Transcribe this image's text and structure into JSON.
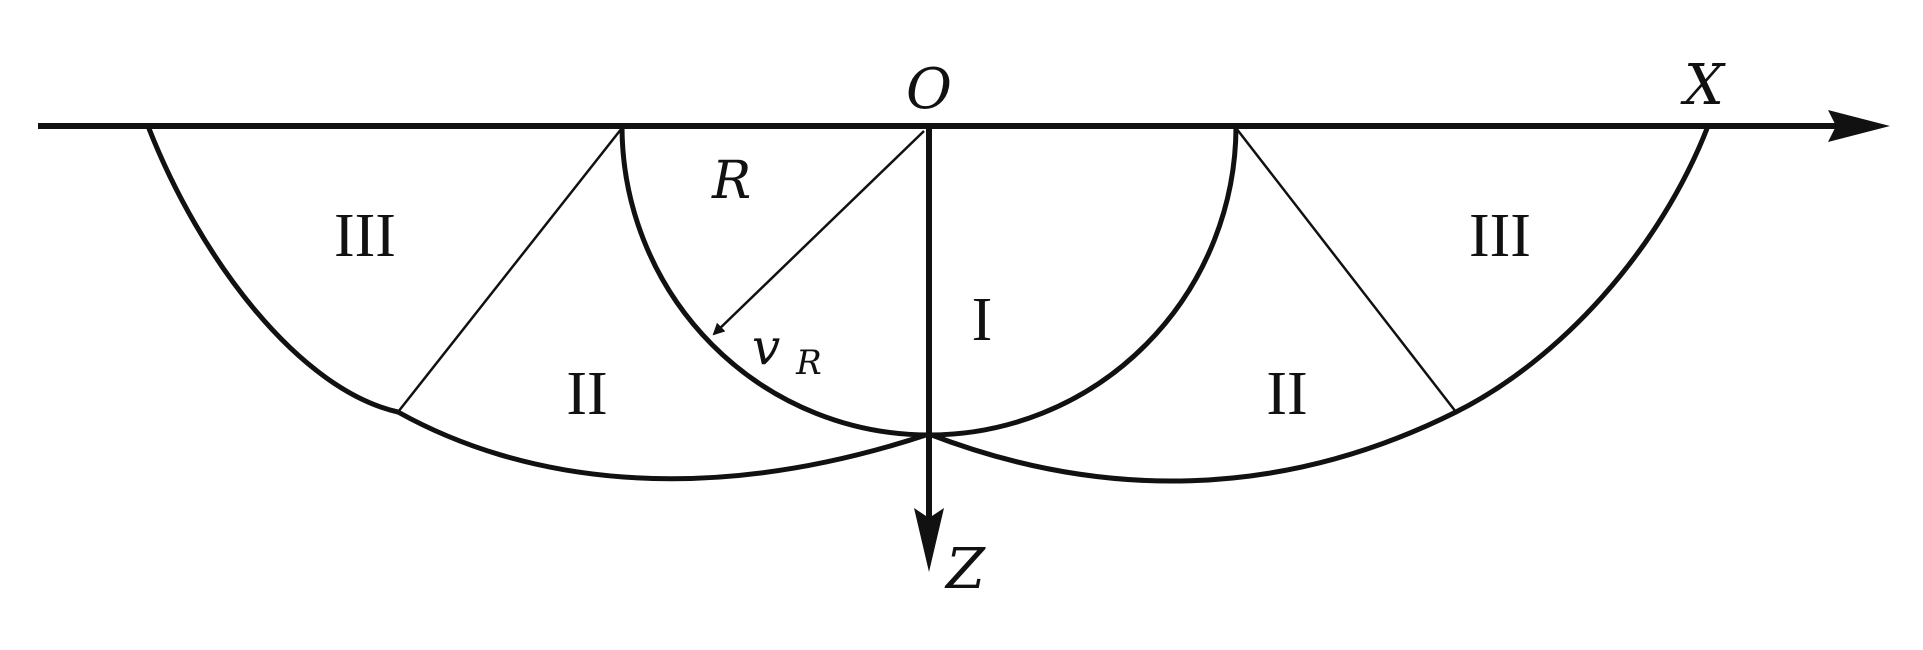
{
  "labels": {
    "origin": "O",
    "x_axis": "X",
    "z_axis": "Z",
    "radius": "R",
    "velocity_main": "v",
    "velocity_sub": "R",
    "zone_1": "I",
    "zone_2_left": "II",
    "zone_2_right": "II",
    "zone_3_left": "III",
    "zone_3_right": "III"
  },
  "colors": {
    "ink": "#111111",
    "background": "#ffffff"
  }
}
